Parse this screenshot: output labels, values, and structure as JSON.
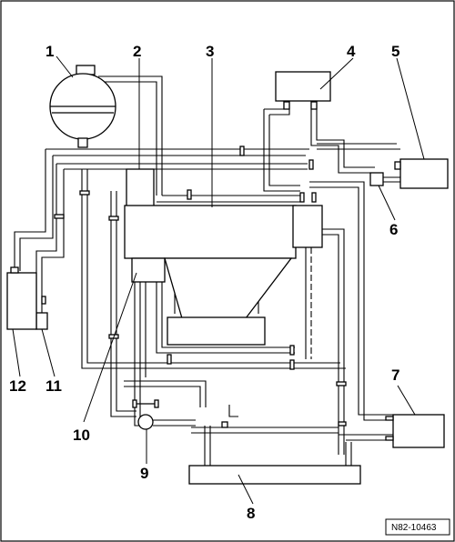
{
  "labels": {
    "l1": "1",
    "l2": "2",
    "l3": "3",
    "l4": "4",
    "l5": "5",
    "l6": "6",
    "l7": "7",
    "l8": "8",
    "l9": "9",
    "l10": "10",
    "l11": "11",
    "l12": "12"
  },
  "figure_ref": "N82-10463"
}
